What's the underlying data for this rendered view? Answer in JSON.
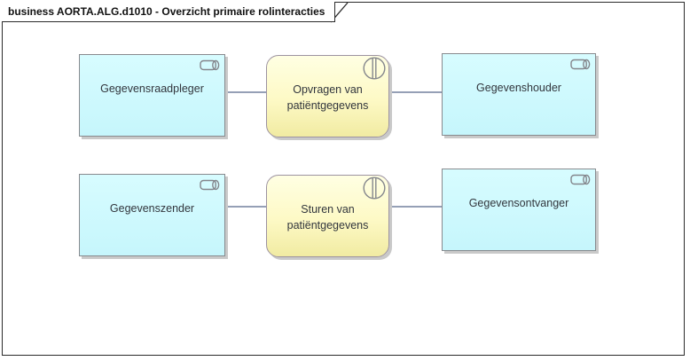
{
  "frame": {
    "title": "business AORTA.ALG.d1010 - Overzicht primaire rolinteracties"
  },
  "nodes": {
    "gegevensraadpleger": {
      "type": "business-role",
      "label": "Gegevensraadpleger"
    },
    "opvragen": {
      "type": "business-interaction",
      "label_line1": "Opvragen van",
      "label_line2": "patiëntgegevens"
    },
    "gegevenshouder": {
      "type": "business-role",
      "label": "Gegevenshouder"
    },
    "gegevenszender": {
      "type": "business-role",
      "label": "Gegevenszender"
    },
    "sturen": {
      "type": "business-interaction",
      "label_line1": "Sturen van",
      "label_line2": "patiëntgegevens"
    },
    "gegevensontvanger": {
      "type": "business-role",
      "label": "Gegevensontvanger"
    }
  },
  "connectors": [
    {
      "from": "Gegevensraadpleger",
      "to": "Opvragen van patiëntgegevens"
    },
    {
      "from": "Opvragen van patiëntgegevens",
      "to": "Gegevenshouder"
    },
    {
      "from": "Gegevenszender",
      "to": "Sturen van patiëntgegevens"
    },
    {
      "from": "Sturen van patiëntgegevens",
      "to": "Gegevensontvanger"
    }
  ],
  "colors": {
    "role_fill": "#C9F8FE",
    "role_border": "#888A8E",
    "interaction_fill_top": "#FFFFE3",
    "interaction_fill_bottom": "#F1EBA2",
    "interaction_border": "#9D93A1",
    "connector": "#72809E",
    "frame_border": "#2B2B2B",
    "shadow": "#C9C9C9",
    "label_text": "#32363D"
  }
}
